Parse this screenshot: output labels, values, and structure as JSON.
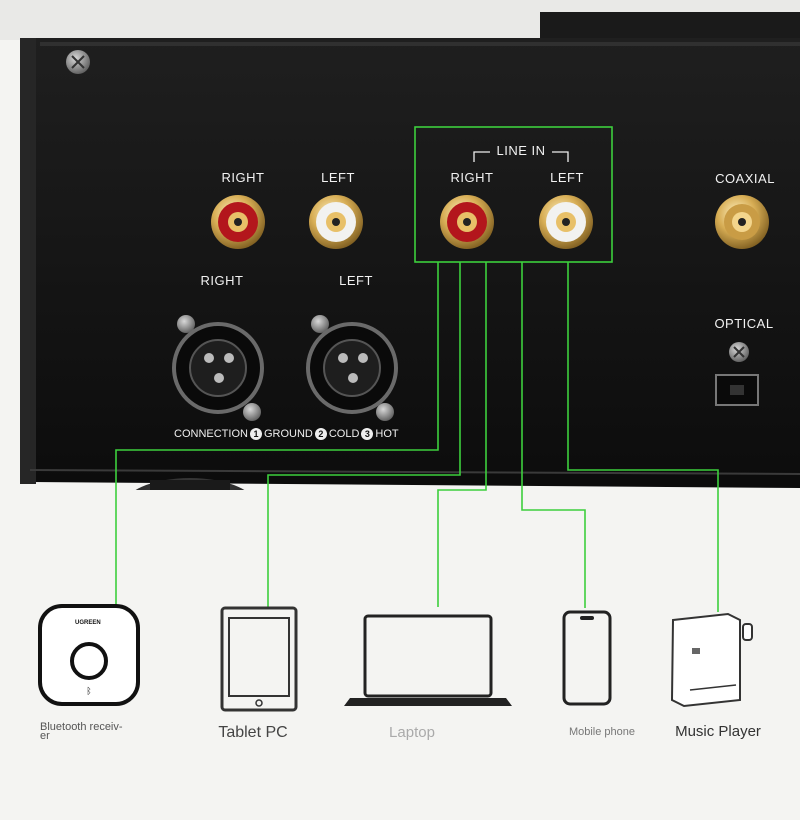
{
  "panel": {
    "balanced_right": "RIGHT",
    "balanced_left": "LEFT",
    "rca_right": "RIGHT",
    "rca_left": "LEFT",
    "line_in_title": "LINE IN",
    "line_in_right": "RIGHT",
    "line_in_left": "LEFT",
    "coaxial": "COAXIAL",
    "optical": "OPTICAL",
    "xlr_caption": {
      "connection": "CONNECTION",
      "n1": "1",
      "ground": "GROUND",
      "n2": "2",
      "cold": "COLD",
      "n3": "3",
      "hot": "HOT"
    }
  },
  "devices": {
    "bluetooth_brand": "UGREEN",
    "bluetooth_label_line1": "Bluetooth receiv-",
    "bluetooth_label_line2": "er",
    "tablet_label": "Tablet PC",
    "laptop_label": "Laptop",
    "phone_label": "Mobile phone",
    "music_player_label": "Music Player"
  },
  "colors": {
    "chassis": "#151515",
    "highlight_line": "#3dcf3d",
    "rca_red": "#b3161c",
    "gold": "#d7ad54"
  }
}
